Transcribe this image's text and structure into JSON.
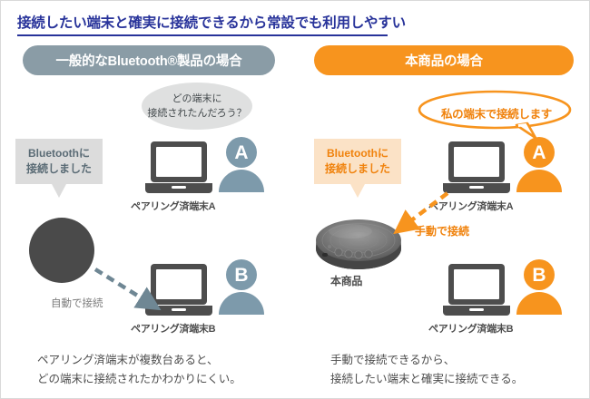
{
  "title": "接続したい端末と確実に接続できるから常設でも利用しやすい",
  "panels": {
    "left": {
      "header": "一般的なBluetooth®製品の場合",
      "thought_bubble": {
        "line1": "どの端末に",
        "line2": "接続されたんだろう？"
      },
      "callout": {
        "line1": "Bluetoothに",
        "line2": "接続しました"
      },
      "device_a_label": "ペアリング済端末A",
      "device_b_label": "ペアリング済端末B",
      "avatar_a": "A",
      "avatar_b": "B",
      "connection_label": "自動で接続",
      "footer": "ペアリング済端末が複数台あると、\nどの端末に接続されたかわかりにくい。"
    },
    "right": {
      "header": "本商品の場合",
      "speech_bubble": "私の端末で接続します",
      "callout": {
        "line1": "Bluetoothに",
        "line2": "接続しました"
      },
      "device_a_label": "ペアリング済端末A",
      "device_b_label": "ペアリング済端末B",
      "product_label": "本商品",
      "avatar_a": "A",
      "avatar_b": "B",
      "connection_label": "手動で接続",
      "footer": "手動で接続できるから、\n接続したい端末と確実に接続できる。"
    }
  },
  "colors": {
    "title": "#28339a",
    "gray_pill": "#8a9ca6",
    "orange_pill": "#f7941e",
    "orange_accent": "#f0820c",
    "avatar_gray": "#7d9aab",
    "device_dark": "#4d4d4d"
  }
}
